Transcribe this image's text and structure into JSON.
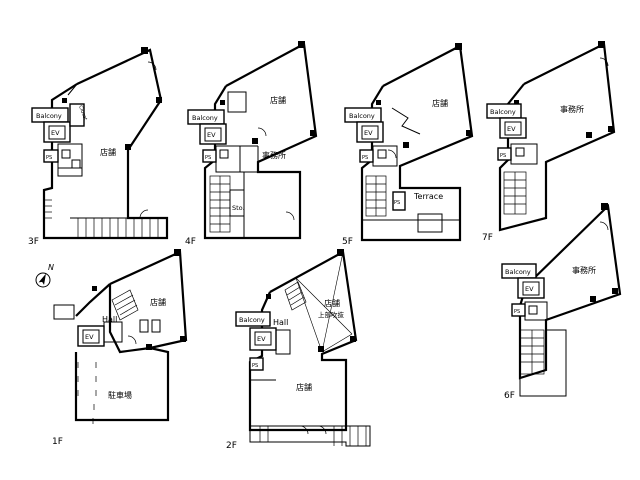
{
  "floors": [
    {
      "id": "3F",
      "floor_label": "3F",
      "rooms": {
        "balcony": "Balcony",
        "ev": "EV",
        "ps": "PS",
        "shop": "店舗",
        "closet": "Closet"
      }
    },
    {
      "id": "4F",
      "floor_label": "4F",
      "rooms": {
        "balcony": "Balcony",
        "ev": "EV",
        "ps": "PS",
        "shop": "店舗",
        "office": "事務所",
        "storage": "Sto."
      }
    },
    {
      "id": "5F",
      "floor_label": "5F",
      "rooms": {
        "balcony": "Balcony",
        "ev": "EV",
        "ps": "PS",
        "ps2": "PS",
        "shop": "店舗",
        "terrace": "Terrace"
      }
    },
    {
      "id": "7F",
      "floor_label": "7F",
      "rooms": {
        "balcony": "Balcony",
        "ev": "EV",
        "ps": "PS",
        "office": "事務所"
      }
    },
    {
      "id": "1F",
      "floor_label": "1F",
      "rooms": {
        "hall": "Hall",
        "ev": "EV",
        "shop": "店舗",
        "parking": "駐車場"
      }
    },
    {
      "id": "2F",
      "floor_label": "2F",
      "rooms": {
        "balcony": "Balcony",
        "ev": "EV",
        "ps": "PS",
        "hall": "Hall",
        "shop": "店舗",
        "shop_upper": "店舗",
        "void": "上部吹抜"
      }
    },
    {
      "id": "6F",
      "floor_label": "6F",
      "rooms": {
        "balcony": "Balcony",
        "ev": "EV",
        "ps": "PS",
        "office": "事務所"
      }
    }
  ],
  "compass": {
    "label": "N"
  }
}
